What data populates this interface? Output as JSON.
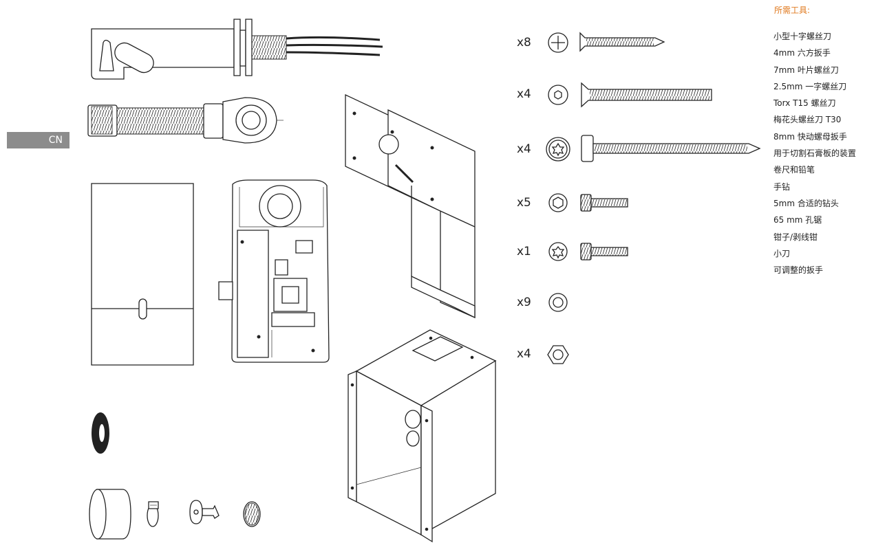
{
  "language_tab": "CN",
  "tools": {
    "title": "所需工具:",
    "items": [
      "小型十字螺丝刀",
      "4mm 六方扳手",
      "7mm 叶片螺丝刀",
      "2.5mm 一字螺丝刀",
      "Torx T15 螺丝刀",
      "梅花头螺丝刀 T30",
      "8mm 快动螺母扳手",
      "用于切割石膏板的装置",
      "卷尺和铅笔",
      "手钻",
      "5mm 合适的钻头",
      "65 mm 孔锯",
      "钳子/剥线钳",
      "小刀",
      "可调整的扳手"
    ]
  },
  "hardware": [
    {
      "qty": "x8",
      "head": "phillips-icon",
      "part": "countersunk-screw-short"
    },
    {
      "qty": "x4",
      "head": "hex-socket-icon",
      "part": "countersunk-screw-long"
    },
    {
      "qty": "x4",
      "head": "torx-icon",
      "part": "cylinder-head-screw-long"
    },
    {
      "qty": "x5",
      "head": "hex-socket-icon",
      "part": "socket-cap-screw"
    },
    {
      "qty": "x1",
      "head": "torx-icon",
      "part": "socket-cap-screw"
    },
    {
      "qty": "x9",
      "head": "washer-icon",
      "part": ""
    },
    {
      "qty": "x4",
      "head": "hex-nut-icon",
      "part": ""
    }
  ]
}
